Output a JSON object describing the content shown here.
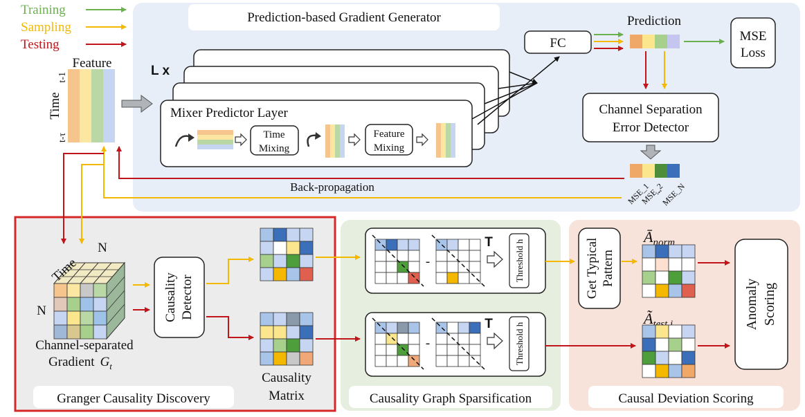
{
  "legend": {
    "training": "Training",
    "sampling": "Sampling",
    "testing": "Testing"
  },
  "labels": {
    "feature": "Feature",
    "time": "Time",
    "t_minus_1": "t-1",
    "t_minus_tau": "t-τ",
    "generator_title": "Prediction-based Gradient Generator",
    "l_x": "L x",
    "mixer_layer": "Mixer Predictor Layer",
    "time_mixing_1": "Time",
    "time_mixing_2": "Mixing",
    "feature_mixing_1": "Feature",
    "feature_mixing_2": "Mixing",
    "fc": "FC",
    "prediction": "Prediction",
    "mse_loss_1": "MSE",
    "mse_loss_2": "Loss",
    "csed_1": "Channel Separation",
    "csed_2": "Error Detector",
    "back_propagation": "Back-propagation",
    "mse_1": "MSE_1",
    "mse_2": "MSE_2",
    "mse_dots": "...",
    "mse_n": "MSE_N",
    "cube_n_top": "N",
    "cube_n_left": "N",
    "cube_time": "Time",
    "gradient_1": "Channel-separated",
    "gradient_2": "Gradient",
    "gradient_sym": "G",
    "gradient_sub": "t",
    "causality_detector_1": "Causality",
    "causality_detector_2": "Detector",
    "causality_matrix_1": "Causality",
    "causality_matrix_2": "Matrix",
    "section_gcd": "Granger Causality Discovery",
    "section_cgs": "Causality Graph Sparsification",
    "section_cds": "Causal Deviation Scoring",
    "transpose": "T",
    "minus": "-",
    "threshold": "Threshold h",
    "typical_1": "Get Typical",
    "typical_2": "Pattern",
    "a_norm_base": "Ā",
    "a_norm_sub": "norm",
    "a_test_base": "Ã",
    "a_test_sub": "test,i",
    "anomaly_1": "Anomaly",
    "anomaly_2": "Scoring"
  },
  "colors": {
    "training": "#6ab04c",
    "sampling": "#f5c518",
    "testing": "#c0161b",
    "panel_blue": "#e8eef7",
    "panel_gray": "#ececec",
    "panel_green": "#e6efdf",
    "panel_red": "#f8e3da",
    "highlight": "#d62728"
  }
}
